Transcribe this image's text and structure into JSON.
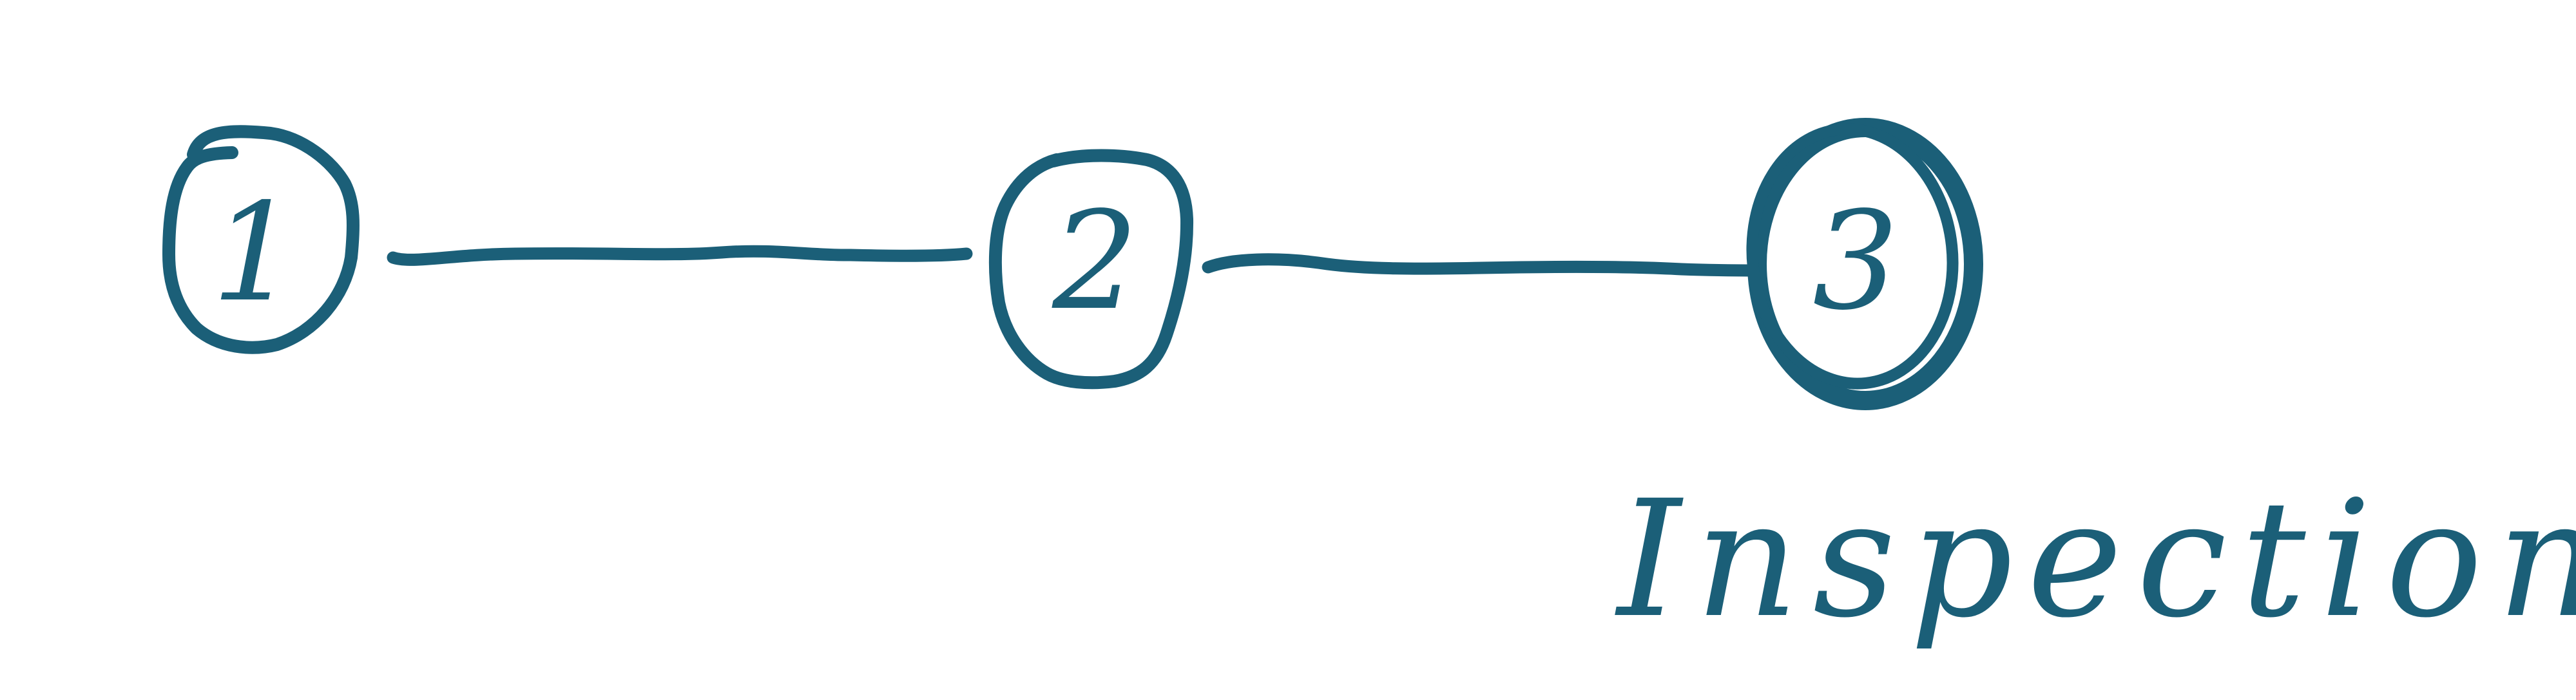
{
  "colors": {
    "ink": "#1b5f78",
    "background": "#ffffff"
  },
  "steps": [
    {
      "number": "1",
      "label": "",
      "current": false
    },
    {
      "number": "2",
      "label": "",
      "current": false
    },
    {
      "number": "3",
      "label": "Inspection",
      "current": true
    }
  ]
}
